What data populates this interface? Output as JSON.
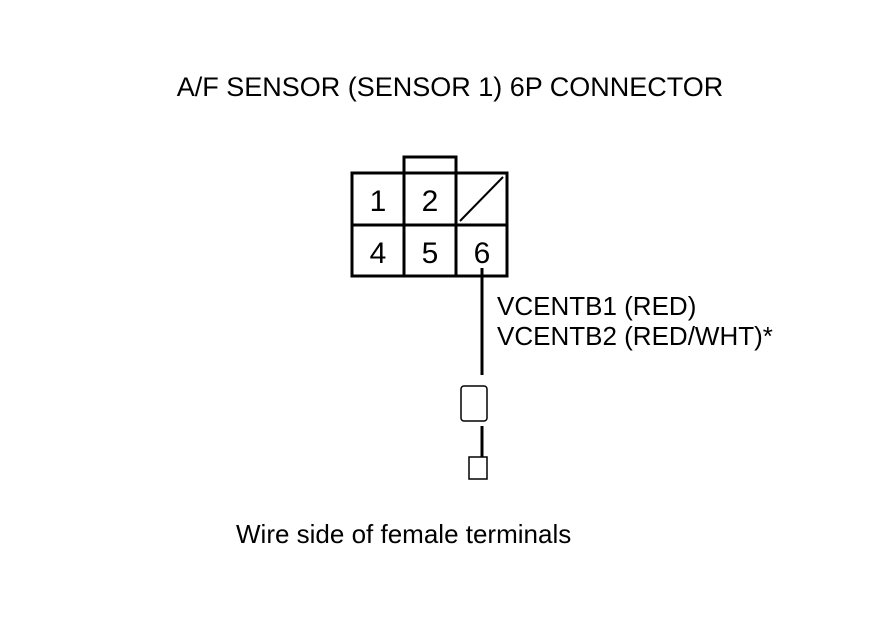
{
  "title": "A/F SENSOR (SENSOR 1) 6P CONNECTOR",
  "connector": {
    "terminals": [
      "1",
      "2",
      "",
      "4",
      "5",
      "6"
    ],
    "empty_terminal": "3"
  },
  "wire_labels": [
    "VCENTB1 (RED)",
    "VCENTB2 (RED/WHT)*"
  ],
  "caption": "Wire side of female terminals",
  "colors": {
    "line": "#000000",
    "background": "#ffffff"
  }
}
